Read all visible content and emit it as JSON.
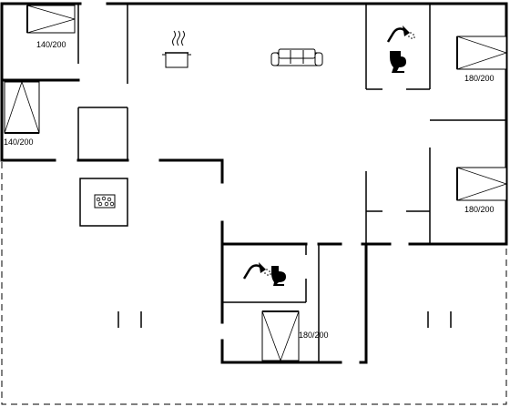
{
  "beds": [
    {
      "label": "140/200"
    },
    {
      "label": "140/200"
    },
    {
      "label": "180/200"
    },
    {
      "label": "180/200"
    },
    {
      "label": "180/200"
    }
  ],
  "icons": {
    "kitchen": "cooking-pot-icon",
    "living": "sofa-icon",
    "bath_top": "shower-toilet-icon",
    "bath_bottom": "shower-toilet-icon",
    "hot_tub": "hot-tub-icon"
  }
}
